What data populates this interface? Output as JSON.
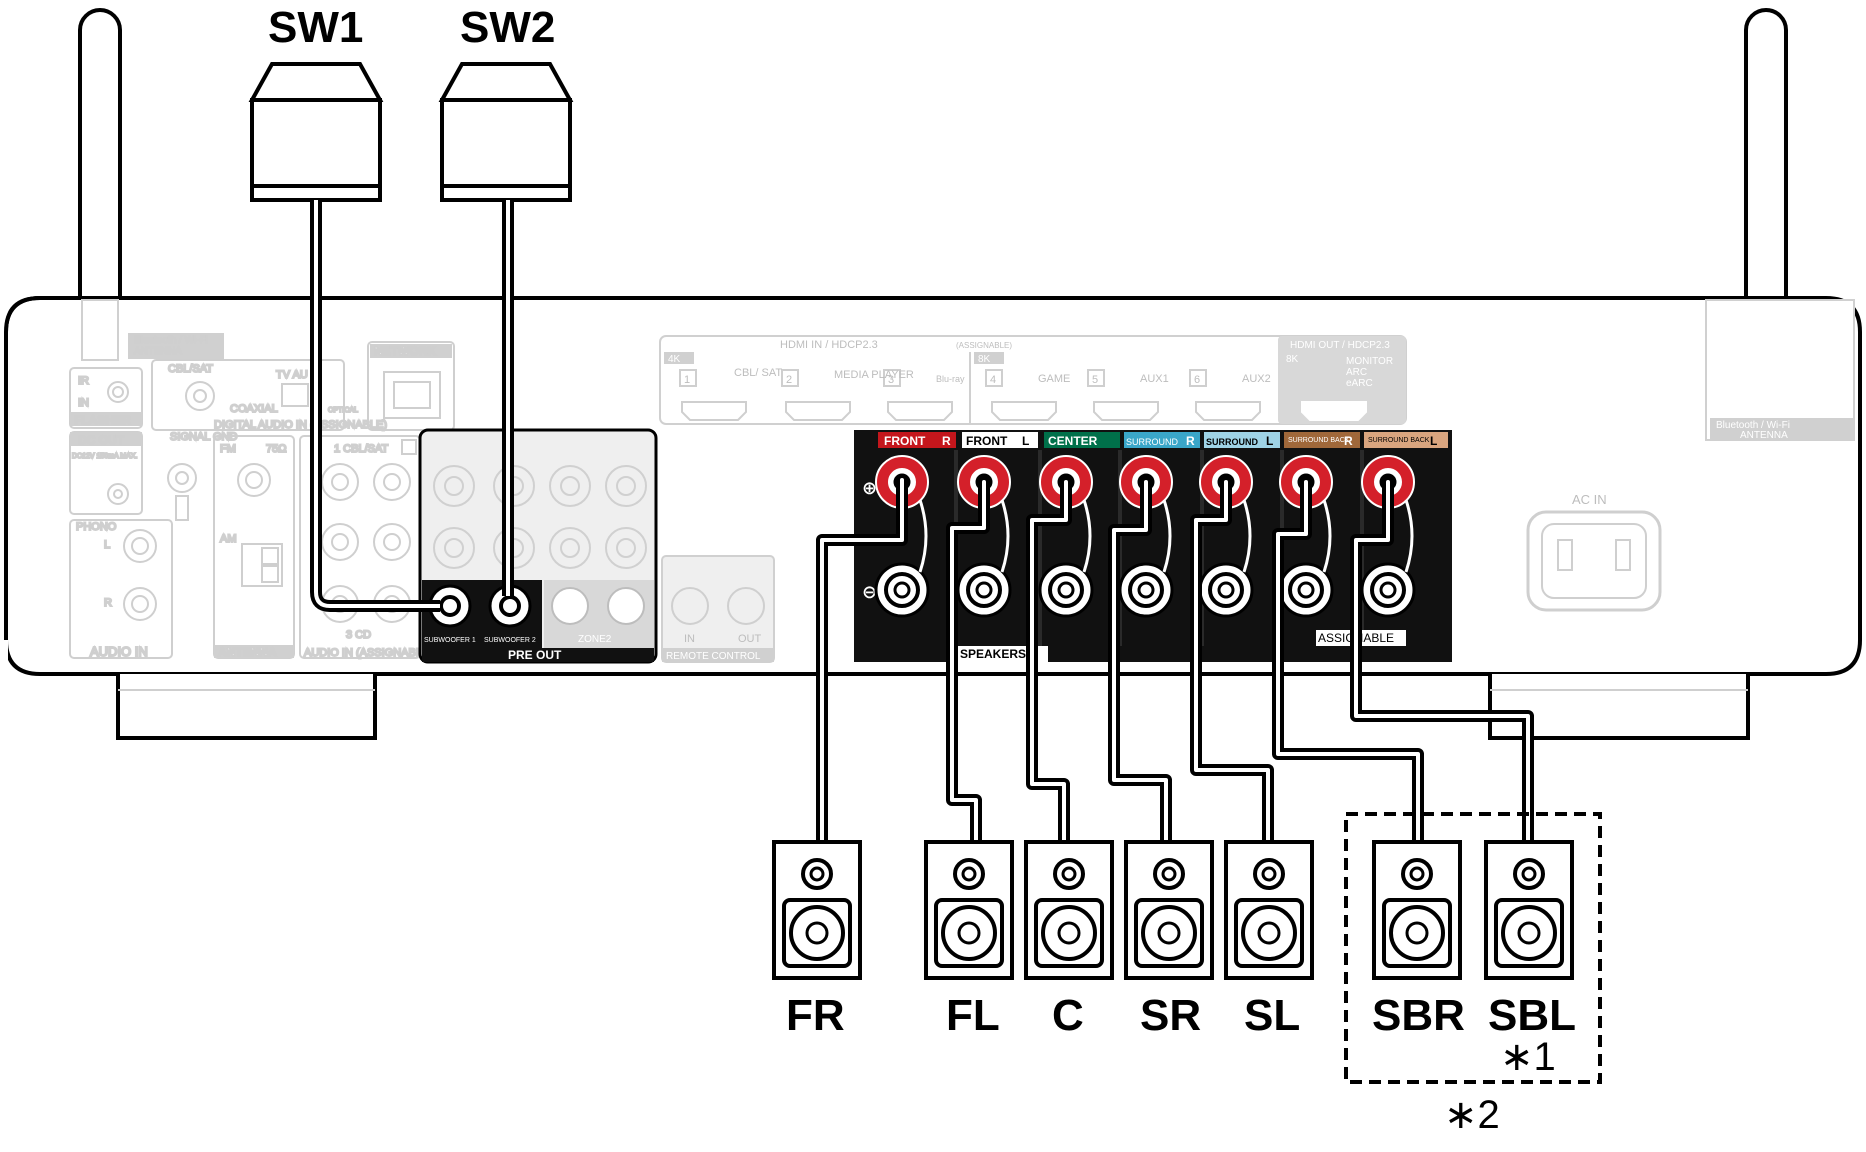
{
  "subwoofers": [
    {
      "label": "SW1"
    },
    {
      "label": "SW2"
    }
  ],
  "speakers": [
    {
      "label": "FR"
    },
    {
      "label": "FL"
    },
    {
      "label": "C"
    },
    {
      "label": "SR"
    },
    {
      "label": "SL"
    },
    {
      "label": "SBR"
    },
    {
      "label": "SBL"
    }
  ],
  "notes": {
    "note1": "∗1",
    "note2": "∗2"
  },
  "panel": {
    "bt_antenna_left": "Bluetooth / Wi-Fi",
    "bt_antenna_left_2": "ANTENNA",
    "bt_antenna_right": "Bluetooth / Wi-Fi",
    "bt_antenna_right_2": "ANTENNA",
    "network": "NETWORK",
    "flasher": "FLASHER",
    "flasher_ir": "IR",
    "flasher_in": "IN",
    "dc_out": "DC OUT",
    "dc_out_spec": "DC12V 150mA MAX.",
    "cbl_sat": "CBL/SAT",
    "coaxial": "COAXIAL",
    "tv_audio": "TV AU",
    "optical": "OPTICAL",
    "digital_audio_in": "DIGITAL AUDIO IN (ASSIGNABLE)",
    "signal_gnd": "SIGNAL GND",
    "fm": "FM",
    "ohm": "75Ω",
    "am": "AM",
    "antenna": "ANTENNA",
    "phono": "PHONO",
    "audio_in": "AUDIO IN",
    "audio_in_assignable": "AUDIO IN (ASSIGNABLE)",
    "cbl_sat_l": "1 CBL/SAT",
    "cd": "3 CD",
    "subwoofer1": "SUBWOOFER 1",
    "subwoofer2": "SUBWOOFER 2",
    "pre_out": "PRE OUT",
    "zone2": "ZONE2",
    "remote_in": "IN",
    "remote_out": "OUT",
    "remote_control": "REMOTE CONTROL",
    "hdmi_in": "HDMI IN / HDCP2.3",
    "hdmi_in_assignable": "(ASSIGNABLE)",
    "hdmi_4k": "4K",
    "hdmi_8k": "8K",
    "hdmi_1": "1",
    "hdmi_1_name": "CBL/ SAT",
    "hdmi_2": "2",
    "hdmi_2_name": "MEDIA PLAYER",
    "hdmi_3": "3",
    "hdmi_3_name": "Blu-ray",
    "hdmi_4": "4",
    "hdmi_4_name": "GAME",
    "hdmi_5": "5",
    "hdmi_5_name": "AUX1",
    "hdmi_6": "6",
    "hdmi_6_name": "AUX2",
    "hdmi_out": "HDMI OUT / HDCP2.3",
    "hdmi_out_8k": "8K",
    "monitor": "MONITOR",
    "arc": "ARC",
    "earc": "eARC",
    "ac_in": "AC IN",
    "speakers_label": "SPEAKERS",
    "assignable": "ASSIGNABLE"
  },
  "speaker_terminals": [
    {
      "label": "FRONT",
      "side": "R",
      "color": "#c4161c"
    },
    {
      "label": "FRONT",
      "side": "L",
      "color": "#ffffff"
    },
    {
      "label": "CENTER",
      "side": "",
      "color": "#00704a"
    },
    {
      "label": "SURROUND",
      "side": "R",
      "color": "#3aa6c9"
    },
    {
      "label": "SURROUND",
      "side": "L",
      "color": "#9fd3e6"
    },
    {
      "label": "SURROUND BACK",
      "side": "R",
      "color": "#a0683a"
    },
    {
      "label": "SURROUND BACK",
      "side": "L",
      "color": "#d9a57f"
    }
  ],
  "colors": {
    "line": "#000000",
    "faded": "#c8c8c8",
    "red_terminal": "#d4202a",
    "dark_panel": "#111111"
  }
}
